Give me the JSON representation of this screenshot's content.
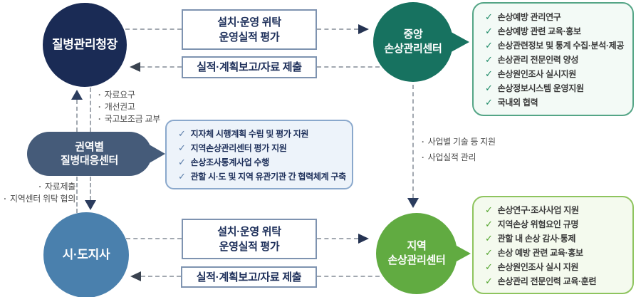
{
  "nodes": {
    "kdca": {
      "label": "질병관리청장",
      "color": "#1a2b55"
    },
    "central": {
      "line1": "중앙",
      "line2": "손상관리센터",
      "color": "#177260"
    },
    "regional": {
      "line1": "권역별",
      "line2": "질병대응센터",
      "color": "#455b79"
    },
    "governor": {
      "label": "시·도지사",
      "color": "#4a80ad"
    },
    "local": {
      "line1": "지역",
      "line2": "손상관리센터",
      "color": "#61ab41"
    }
  },
  "flow_labels": {
    "delegate_line1": "설치·운영 위탁",
    "delegate_line2": "운영실적 평가",
    "report": "실적·계획보고/자료 제출"
  },
  "bullets": {
    "kdca_to_regional": [
      "자료요구",
      "개선권고",
      "국고보조금 교부"
    ],
    "regional_to_governor": [
      "자료제출",
      "지역센터 위탁 협의"
    ],
    "central_to_local": [
      "사업별 기술 등 지원",
      "사업실적 관리"
    ]
  },
  "checklists": {
    "central": {
      "accent": "#1e8a67",
      "items": [
        "손상예방 관리연구",
        "손상예방 관련 교육·홍보",
        "손상관련정보 및 통계 수집·분석·제공",
        "손상관리 전문인력 양성",
        "손상원인조사 실시지원",
        "손상정보시스템 운영지원",
        "국내외 협력"
      ]
    },
    "regional": {
      "accent": "#5b7da9",
      "items": [
        "지자체 시행계획 수립 및 평가 지원",
        "지역손상관리센터 평가 지원",
        "손상조사통계사업 수행",
        "관할 시·도 및 지역 유관기관 간 협력체계 구축"
      ]
    },
    "local": {
      "accent": "#53a42e",
      "items": [
        "손상연구·조사사업 지원",
        "지역손상 위험요인 규명",
        "관할 내 손상 감사·통제",
        "손상 예방 관련 교육·홍보",
        "손상원인조사 실시 지원",
        "손상관리 전문인력 교육·훈련"
      ]
    }
  },
  "icons": {
    "check": "✓",
    "bullet": "·"
  }
}
